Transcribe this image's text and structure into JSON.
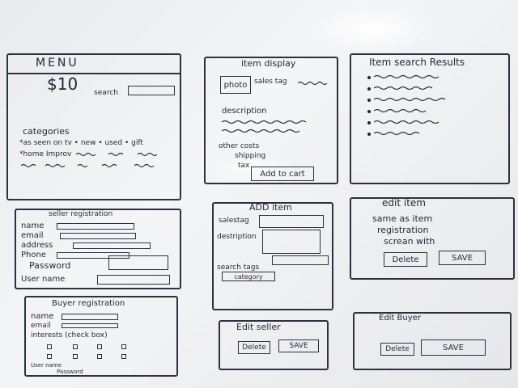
{
  "menu": {
    "title": "MENU",
    "price": "$10",
    "search_label": "search",
    "categories_label": "categories",
    "category_line1": "*as seen on tv • new • used • gift",
    "category_line2": "*home Improv"
  },
  "item_display": {
    "title": "item display",
    "photo": "photo",
    "sales_tag": "sales tag",
    "description": "description",
    "other_costs": "other costs",
    "shipping": "shipping",
    "tax": "tax",
    "add_to_cart": "Add to cart"
  },
  "item_search_results": {
    "title": "Item search Results"
  },
  "seller_registration": {
    "title": "seller registration",
    "fields": [
      "name",
      "email",
      "address",
      "Phone",
      "Password",
      "User name"
    ]
  },
  "add_item": {
    "title": "ADD item",
    "sales_tag": "salestag",
    "description": "destription",
    "search_tags": "search tags",
    "category": "category"
  },
  "edit_item": {
    "title": "edit item",
    "line1": "same as item",
    "line2": "registration",
    "line3": "screan with",
    "delete": "Delete",
    "save": "SAVE"
  },
  "buyer_registration": {
    "title": "Buyer registration",
    "name": "name",
    "email": "email",
    "interests": "interests (check box)",
    "user_name": "User name",
    "password": "Password"
  },
  "edit_seller": {
    "title": "Edit seller",
    "delete": "Delete",
    "save": "SAVE"
  },
  "edit_buyer": {
    "title": "Edit Buyer",
    "delete": "Delete",
    "save": "SAVE"
  }
}
